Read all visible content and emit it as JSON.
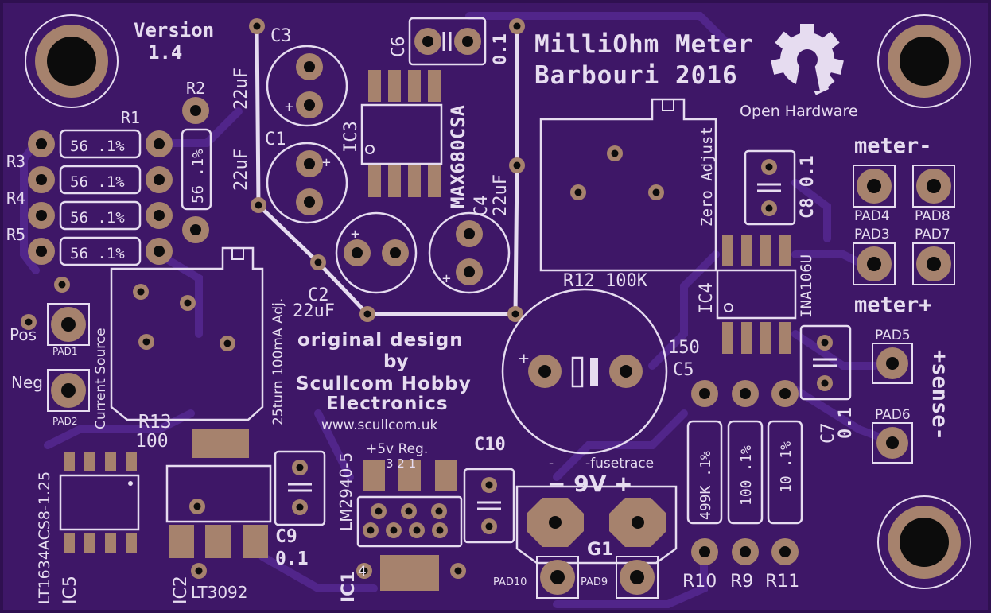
{
  "colors": {
    "board": "#3e1767",
    "board_edge": "#2f1050",
    "trace": "#51258a",
    "silk": "#e6dcf0",
    "copper": "#a6826d",
    "drill": "#0c0c0c"
  },
  "title": {
    "line1": "MilliOhm Meter",
    "line2": "Barbouri 2016"
  },
  "version": {
    "line1": "Version",
    "line2": "1.4"
  },
  "open_hardware": "Open Hardware",
  "credit": {
    "line1": "original design",
    "line2": "by",
    "line3": "Scullcom Hobby",
    "line4": "Electronics",
    "url": "www.scullcom.uk"
  },
  "labels": {
    "c3": "C3",
    "c3_val": "22uF",
    "c1": "C1",
    "c1_val": "22uF",
    "c2": "C2",
    "c2_val": "22uF",
    "c6": "C6",
    "c6_val": "0.1",
    "ic3": "IC3",
    "ic3_part": "MAX680CSA",
    "c4": "C4",
    "c4_val": "22uF",
    "r1": "R1",
    "r2": "R2",
    "r3": "R3",
    "r4": "R4",
    "r5": "R5",
    "res_val": "56 .1%",
    "r2_val": "56 .1%",
    "zero_adjust": "Zero Adjust",
    "r12": "R12 100K",
    "c8": "C8 0.1",
    "ic4": "IC4",
    "ic4_part": "INA106U",
    "meter_minus": "meter-",
    "meter_plus": "meter+",
    "pad4": "PAD4",
    "pad8": "PAD8",
    "pad3": "PAD3",
    "pad7": "PAD7",
    "pad5": "PAD5",
    "pad6": "PAD6",
    "sense": "+sense-",
    "pos": "Pos",
    "neg": "Neg",
    "pad1": "PAD1",
    "pad2": "PAD2",
    "current_source": "Current Source",
    "r13": "R13",
    "r13_val": "100",
    "adj": "25turn 100mA Adj.",
    "c5": "C5",
    "c5_val": "150",
    "c7": "C7",
    "c7_val": "0.1",
    "ic5_part": "LT1634ACS8-1.25",
    "ic5": "IC5",
    "ic2": "IC2",
    "ic2_part": "LT3092",
    "c9": "C9",
    "c9_val": "0.1",
    "ic1": "IC1",
    "ic1_part": "LM2940-5",
    "reg": "+5v  Reg.",
    "reg_pins": "3    2    1",
    "c10": "C10",
    "fuse": "-fusetrace",
    "minus_small": "-",
    "nine_v": "− 9V +",
    "g1": "G1",
    "pad10": "PAD10",
    "pad9": "PAD9",
    "r10": "R10",
    "r9": "R9",
    "r11": "R11",
    "r10_val": "499K .1%",
    "r9_val": "100 .1%",
    "r11_val": "10 .1%",
    "ic1_pin": "4"
  }
}
